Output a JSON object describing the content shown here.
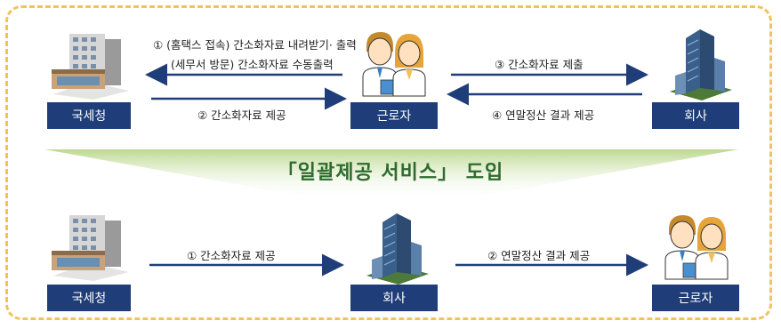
{
  "title": "「일괄제공 서비스」 도입",
  "top": {
    "entities": {
      "nts": "국세청",
      "worker": "근로자",
      "company": "회사"
    },
    "arrows": {
      "a1_line1": "① (홈택스 접속) 간소화자료 내려받기· 출력",
      "a1_line2": "(세무서 방문) 간소화자료 수동출력",
      "a2": "② 간소화자료 제공",
      "a3": "③ 간소화자료 제출",
      "a4": "④ 연말정산 결과 제공"
    }
  },
  "bottom": {
    "entities": {
      "nts": "국세청",
      "company": "회사",
      "worker": "근로자"
    },
    "arrows": {
      "b1": "① 간소화자료 제공",
      "b2": "② 연말정산 결과 제공"
    }
  },
  "colors": {
    "label_bg": "#1f3d78",
    "arrow": "#1f3d78",
    "title": "#2e6b2e",
    "frame": "#f2c260"
  }
}
